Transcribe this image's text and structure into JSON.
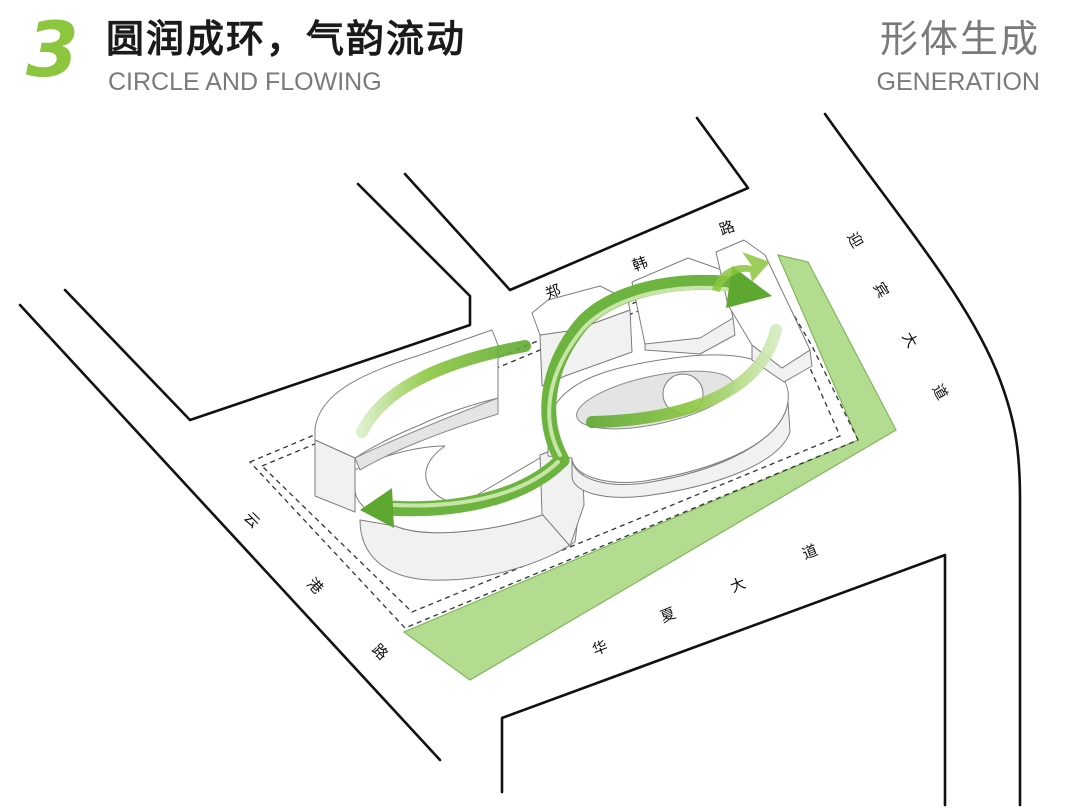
{
  "header": {
    "number": "3",
    "title": "圆润成环，气韵流动",
    "subtitle": "CIRCLE AND FLOWING",
    "section_title": "形体生成",
    "section_subtitle": "GENERATION"
  },
  "roads": {
    "zhenghan_road": [
      "郑",
      "韩",
      "路"
    ],
    "yingbin_avenue": [
      "迎",
      "宾",
      "大",
      "道"
    ],
    "yungang_road": [
      "云",
      "港",
      "路"
    ],
    "huaxia_avenue": [
      "华",
      "夏",
      "大",
      "道"
    ]
  },
  "colors": {
    "accent_green": "#8cc63f",
    "green_belt": "#b3dc90",
    "flow_arrow": "#6cb33f",
    "text_gray": "#7a7a7a"
  }
}
